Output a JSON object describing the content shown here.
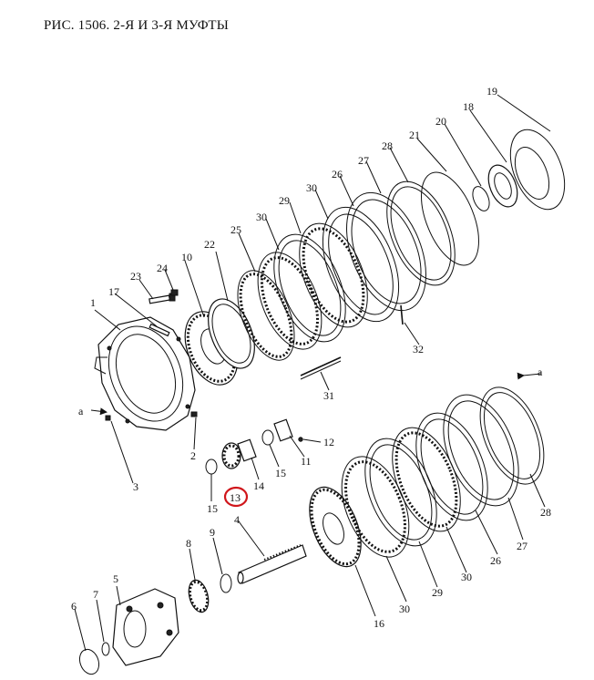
{
  "title": "РИС. 1506. 2-Я И 3-Я МУФТЫ",
  "highlight": {
    "label": "13",
    "color": "#d0161b"
  },
  "callouts": [
    {
      "id": "c1",
      "text": "1"
    },
    {
      "id": "c2",
      "text": "2"
    },
    {
      "id": "c3",
      "text": "3"
    },
    {
      "id": "c4",
      "text": "4"
    },
    {
      "id": "c5",
      "text": "5"
    },
    {
      "id": "c6",
      "text": "6"
    },
    {
      "id": "c7",
      "text": "7"
    },
    {
      "id": "c8",
      "text": "8"
    },
    {
      "id": "c9",
      "text": "9"
    },
    {
      "id": "c10",
      "text": "10"
    },
    {
      "id": "c11",
      "text": "11"
    },
    {
      "id": "c12",
      "text": "12"
    },
    {
      "id": "c14",
      "text": "14"
    },
    {
      "id": "c15a",
      "text": "15"
    },
    {
      "id": "c15b",
      "text": "15"
    },
    {
      "id": "c16",
      "text": "16"
    },
    {
      "id": "c17",
      "text": "17"
    },
    {
      "id": "c18",
      "text": "18"
    },
    {
      "id": "c19",
      "text": "19"
    },
    {
      "id": "c20",
      "text": "20"
    },
    {
      "id": "c21",
      "text": "21"
    },
    {
      "id": "c22",
      "text": "22"
    },
    {
      "id": "c23",
      "text": "23"
    },
    {
      "id": "c24",
      "text": "24"
    },
    {
      "id": "c25",
      "text": "25"
    },
    {
      "id": "c26a",
      "text": "26"
    },
    {
      "id": "c26b",
      "text": "26"
    },
    {
      "id": "c27a",
      "text": "27"
    },
    {
      "id": "c27b",
      "text": "27"
    },
    {
      "id": "c28a",
      "text": "28"
    },
    {
      "id": "c28b",
      "text": "28"
    },
    {
      "id": "c29a",
      "text": "29"
    },
    {
      "id": "c29b",
      "text": "29"
    },
    {
      "id": "c30a",
      "text": "30"
    },
    {
      "id": "c30b",
      "text": "30"
    },
    {
      "id": "c30c",
      "text": "30"
    },
    {
      "id": "c30d",
      "text": "30"
    },
    {
      "id": "c31",
      "text": "31"
    },
    {
      "id": "c32",
      "text": "32"
    },
    {
      "id": "ca1",
      "text": "a"
    },
    {
      "id": "ca2",
      "text": "a"
    }
  ]
}
